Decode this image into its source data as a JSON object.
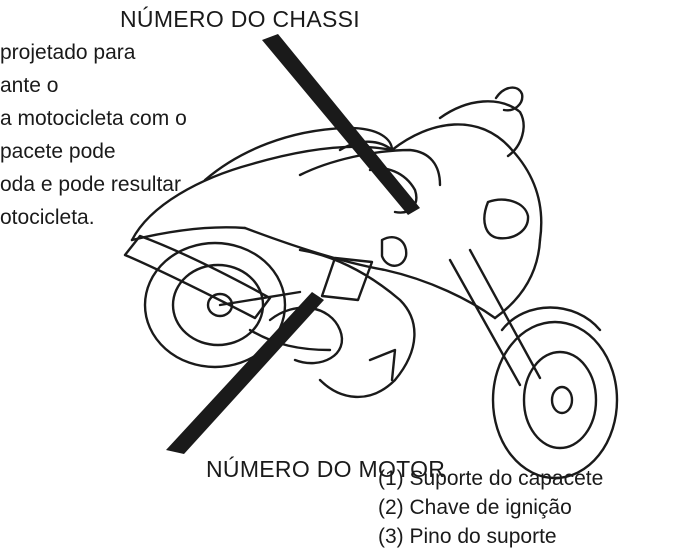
{
  "text_fragment": {
    "lines": [
      "projetado para",
      "ante o",
      "a motocicleta com o",
      "pacete pode",
      "oda e pode resultar",
      "otocicleta."
    ]
  },
  "labels": {
    "chassis_number": "NÚMERO DO CHASSI",
    "engine_number": "NÚMERO DO MOTOR"
  },
  "legend": {
    "items": [
      "(1) Suporte do capacete",
      "(2) Chave de ignição",
      "(3) Pino do suporte"
    ]
  },
  "illustration": {
    "subject": "motorcycle-line-drawing",
    "ink_color": "#1a1a1a",
    "paper_color": "#ffffff"
  }
}
